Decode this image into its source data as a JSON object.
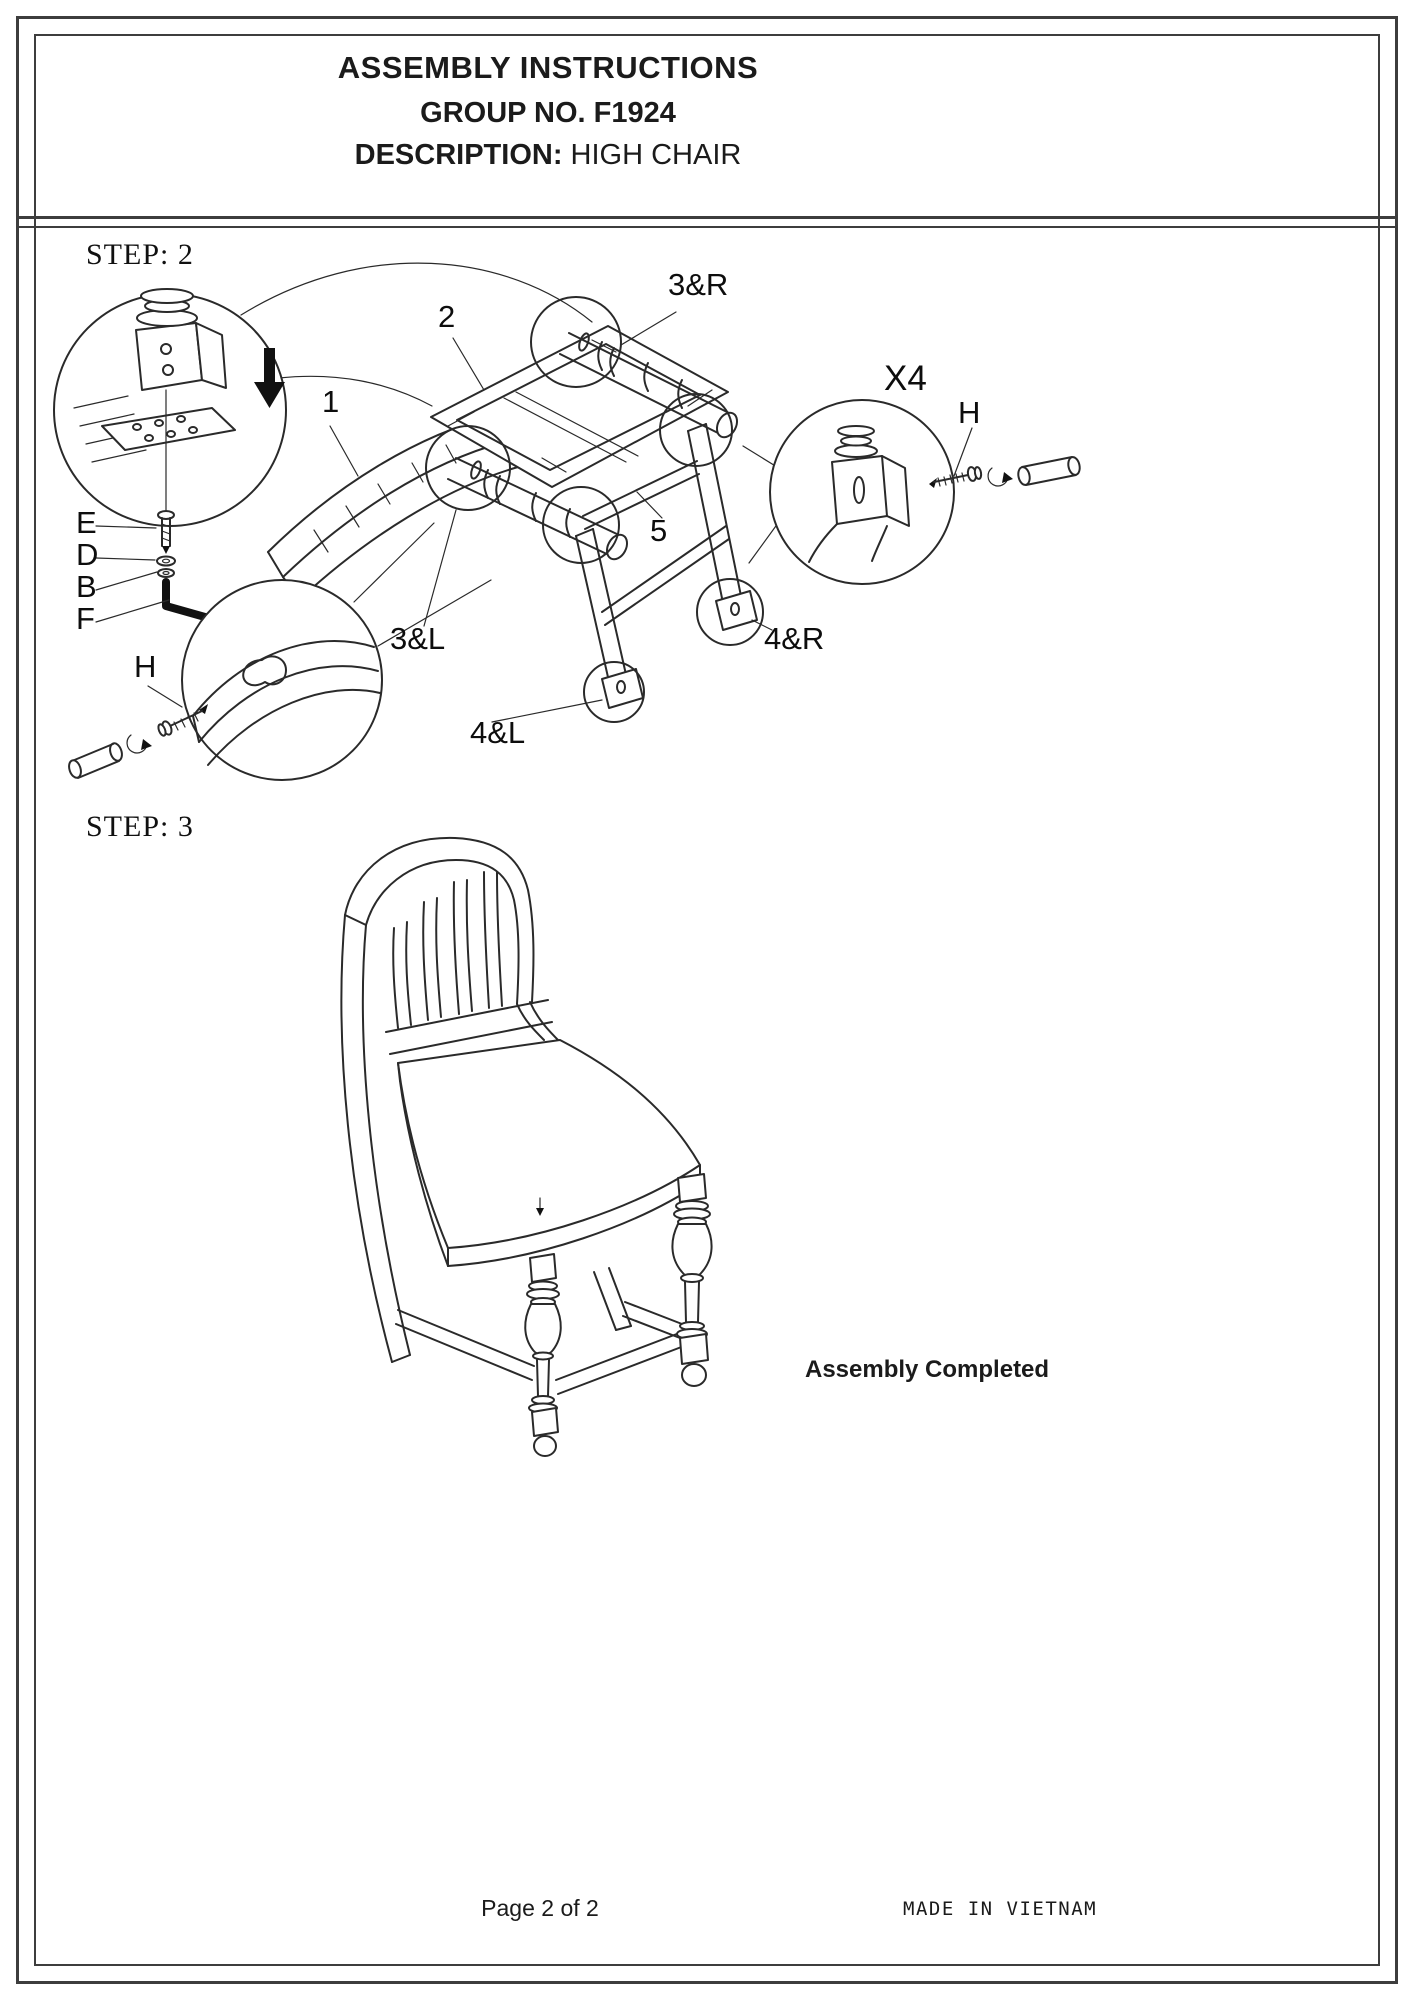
{
  "header": {
    "line1": "ASSEMBLY INSTRUCTIONS",
    "line2": "GROUP NO. F1924",
    "line3_label": "DESCRIPTION:",
    "line3_value": "HIGH CHAIR"
  },
  "step2": {
    "label": "STEP: 2",
    "callouts": {
      "part_1": "1",
      "part_2": "2",
      "part_3r": "3&R",
      "part_3l": "3&L",
      "part_4r": "4&R",
      "part_4l": "4&L",
      "part_5": "5",
      "quantity": "X4",
      "hardware_h_right": "H",
      "hardware_h_left": "H",
      "hardware_e": "E",
      "hardware_d": "D",
      "hardware_b": "B",
      "hardware_f": "F"
    }
  },
  "step3": {
    "label": "STEP: 3",
    "caption": "Assembly Completed"
  },
  "footer": {
    "page": "Page 2 of 2",
    "origin": "MADE IN VIETNAM"
  }
}
